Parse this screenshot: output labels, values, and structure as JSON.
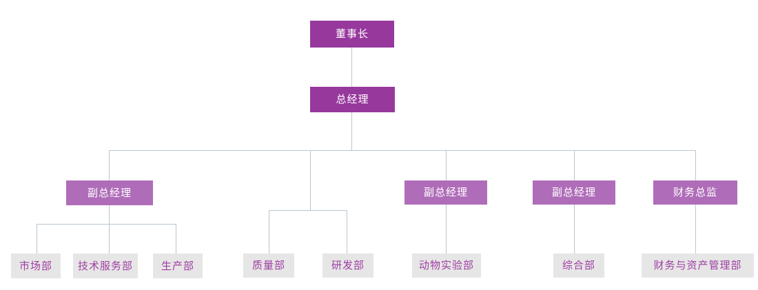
{
  "figure": {
    "type": "org-chart",
    "background": "#FFFFFF"
  },
  "colors": {
    "executive_fill": "#97389D",
    "manager_fill": "#AF6CB8",
    "department_fill": "#E7E6E6",
    "department_text": "#9C3EA2",
    "executive_text": "#FFFFFF",
    "connector_line": "#B8C6D0"
  },
  "nodes": [
    {
      "id": "chairman",
      "label": "董事长",
      "parent": null,
      "level": 1
    },
    {
      "id": "general-manager",
      "label": "总经理",
      "parent": "chairman",
      "level": 2
    },
    {
      "id": "deputy-gm-1",
      "label": "副总经理",
      "parent": "general-manager",
      "level": 3
    },
    {
      "id": "deputy-gm-2",
      "label": "副总经理",
      "parent": "general-manager",
      "level": 3
    },
    {
      "id": "deputy-gm-3",
      "label": "副总经理",
      "parent": "general-manager",
      "level": 3
    },
    {
      "id": "finance-director",
      "label": "财务总监",
      "parent": "general-manager",
      "level": 3
    },
    {
      "id": "marketing-dept",
      "label": "市场部",
      "parent": "deputy-gm-1",
      "level": 4
    },
    {
      "id": "tech-service-dept",
      "label": "技术服务部",
      "parent": "deputy-gm-1",
      "level": 4
    },
    {
      "id": "production-dept",
      "label": "生产部",
      "parent": "deputy-gm-1",
      "level": 4
    },
    {
      "id": "quality-dept",
      "label": "质量部",
      "parent": "general-manager",
      "level": 4
    },
    {
      "id": "rnd-dept",
      "label": "研发部",
      "parent": "general-manager",
      "level": 4
    },
    {
      "id": "animal-lab-dept",
      "label": "动物实验部",
      "parent": "deputy-gm-2",
      "level": 4
    },
    {
      "id": "general-affairs-dept",
      "label": "综合部",
      "parent": "deputy-gm-3",
      "level": 4
    },
    {
      "id": "finance-asset-dept",
      "label": "财务与资产管理部",
      "parent": "finance-director",
      "level": 4
    }
  ]
}
